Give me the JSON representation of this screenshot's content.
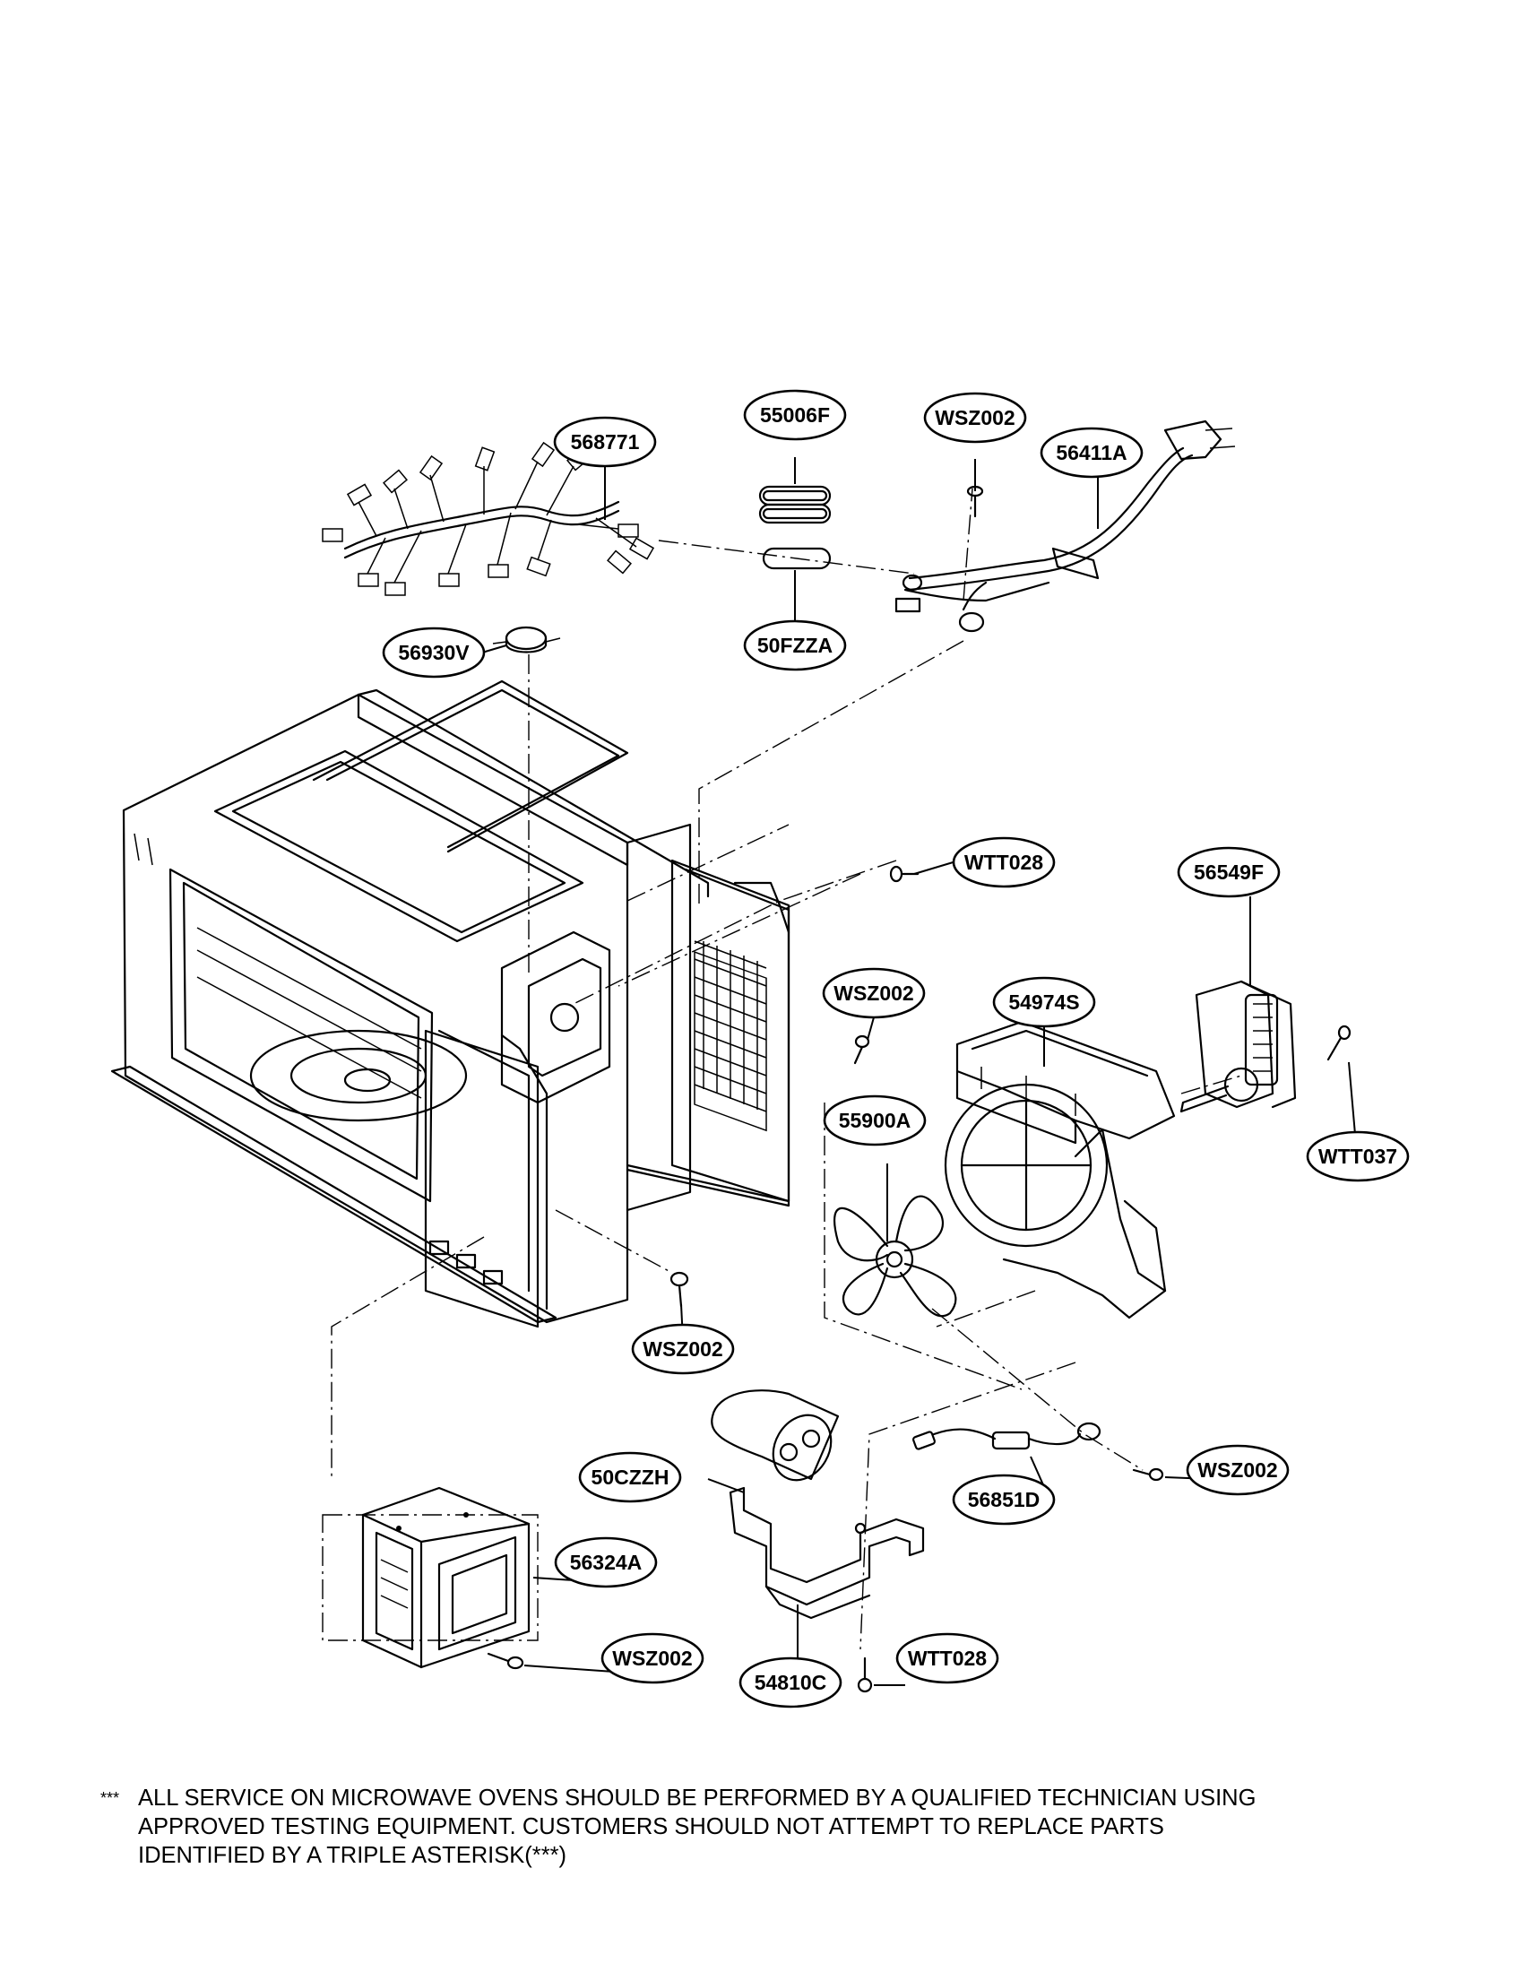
{
  "labels": {
    "harness": "568771",
    "filter_top": "55006F",
    "screw_top": "WSZ002",
    "cord": "56411A",
    "thermostat": "56930V",
    "fuse": "50FZZA",
    "screw_panel_1": "WTT028",
    "screw_panel_2": "WSZ002",
    "fan_bracket": "54974S",
    "fan_motor": "56549F",
    "fan_blade": "55900A",
    "screw_motor": "WTT037",
    "screw_bottom_left": "WSZ002",
    "capacitor": "50CZZH",
    "diode": "56851D",
    "screw_diode": "WSZ002",
    "magnetron": "56324A",
    "screw_magnetron": "WSZ002",
    "cap_bracket": "54810C",
    "screw_bracket": "WTT028"
  },
  "note": {
    "stars": "***",
    "line1": "ALL SERVICE ON MICROWAVE OVENS SHOULD BE PERFORMED BY A QUALIFIED TECHNICIAN USING",
    "line2": "APPROVED TESTING EQUIPMENT. CUSTOMERS SHOULD NOT ATTEMPT TO REPLACE PARTS",
    "line3": "IDENTIFIED BY A TRIPLE ASTERISK(***)"
  }
}
